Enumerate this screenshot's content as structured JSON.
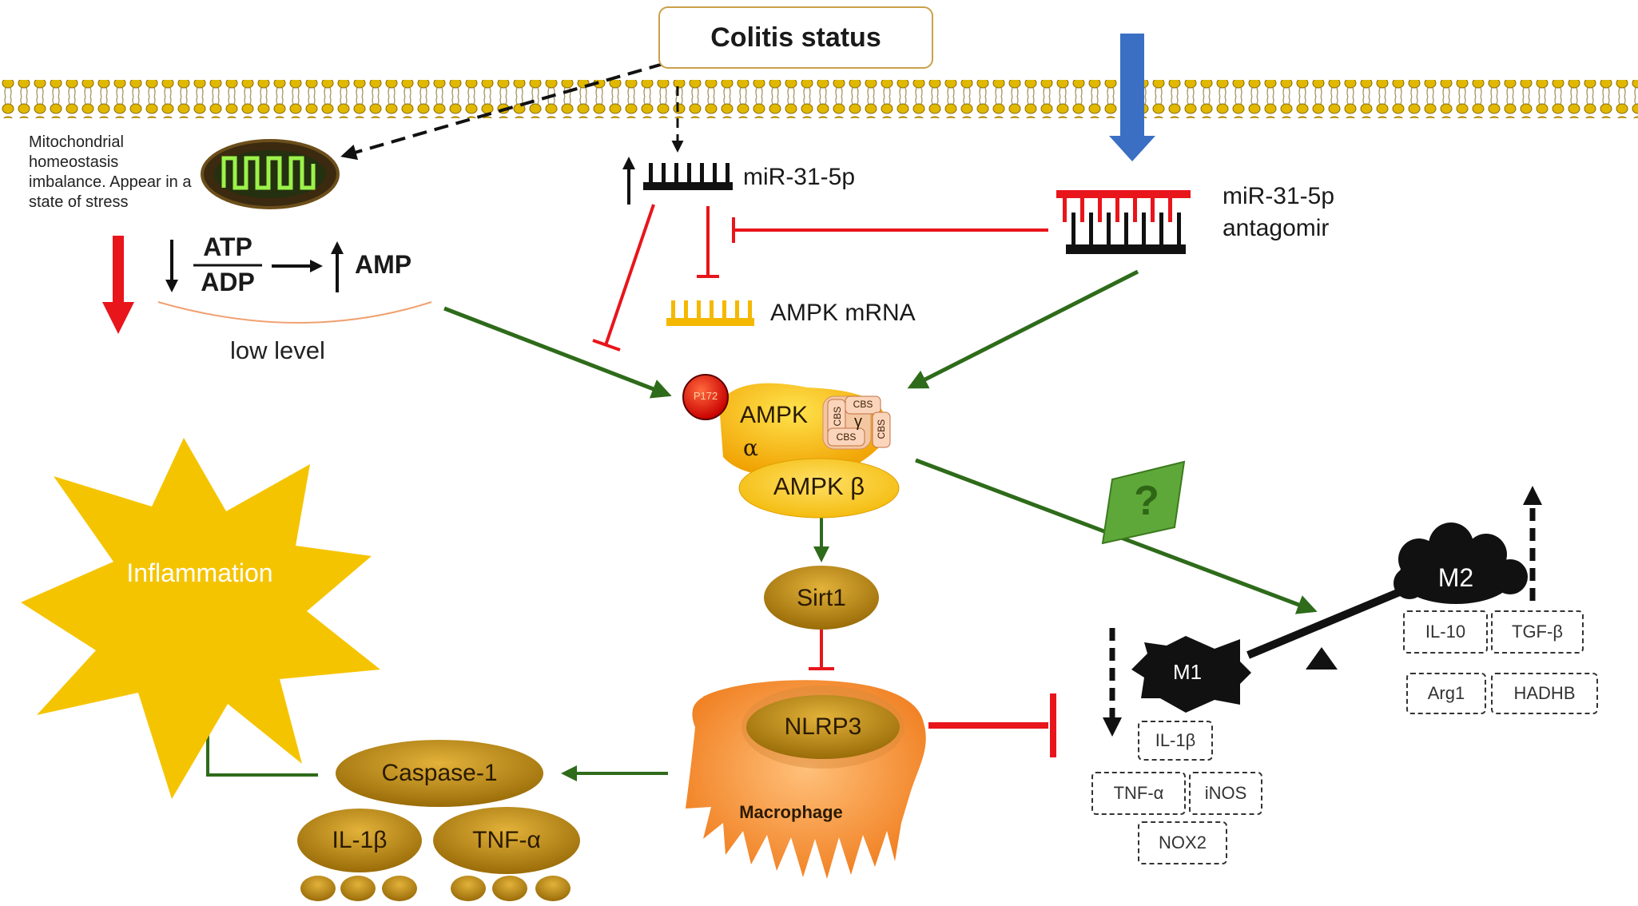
{
  "colitis_status": "Colitis status",
  "mito_text": "Mitochondrial homeostasis imbalance. Appear in a state of stress",
  "atp": "ATP",
  "adp": "ADP",
  "amp": "AMP",
  "low_level": "low level",
  "mir": "miR-31-5p",
  "antagomir_line1": "miR-31-5p",
  "antagomir_line2": "antagomir",
  "ampk_mrna": "AMPK mRNA",
  "p172": "P172",
  "ampk_alpha_line1": "AMPK",
  "ampk_alpha_line2": "α",
  "ampk_beta": "AMPK β",
  "cbs": "CBS",
  "gamma": "γ",
  "question": "?",
  "sirt1": "Sirt1",
  "nlrp3": "NLRP3",
  "macrophage": "Macrophage",
  "inflammation": "Inflammation",
  "caspase": "Caspase-1",
  "il1b": "IL-1β",
  "tnfa": "TNF-α",
  "m1": "M1",
  "m2": "M2",
  "m1_markers": [
    "IL-1β",
    "TNF-α",
    "iNOS",
    "NOX2"
  ],
  "m2_markers": [
    "IL-10",
    "TGF-β",
    "Arg1",
    "HADHB"
  ],
  "colors": {
    "activation": "#2e6b1a",
    "inhibition": "#e8151b",
    "membrane": "#e0b800",
    "blue_arrow": "#3a6fc4",
    "pill": "#b8860b",
    "burst": "#f5c400"
  }
}
